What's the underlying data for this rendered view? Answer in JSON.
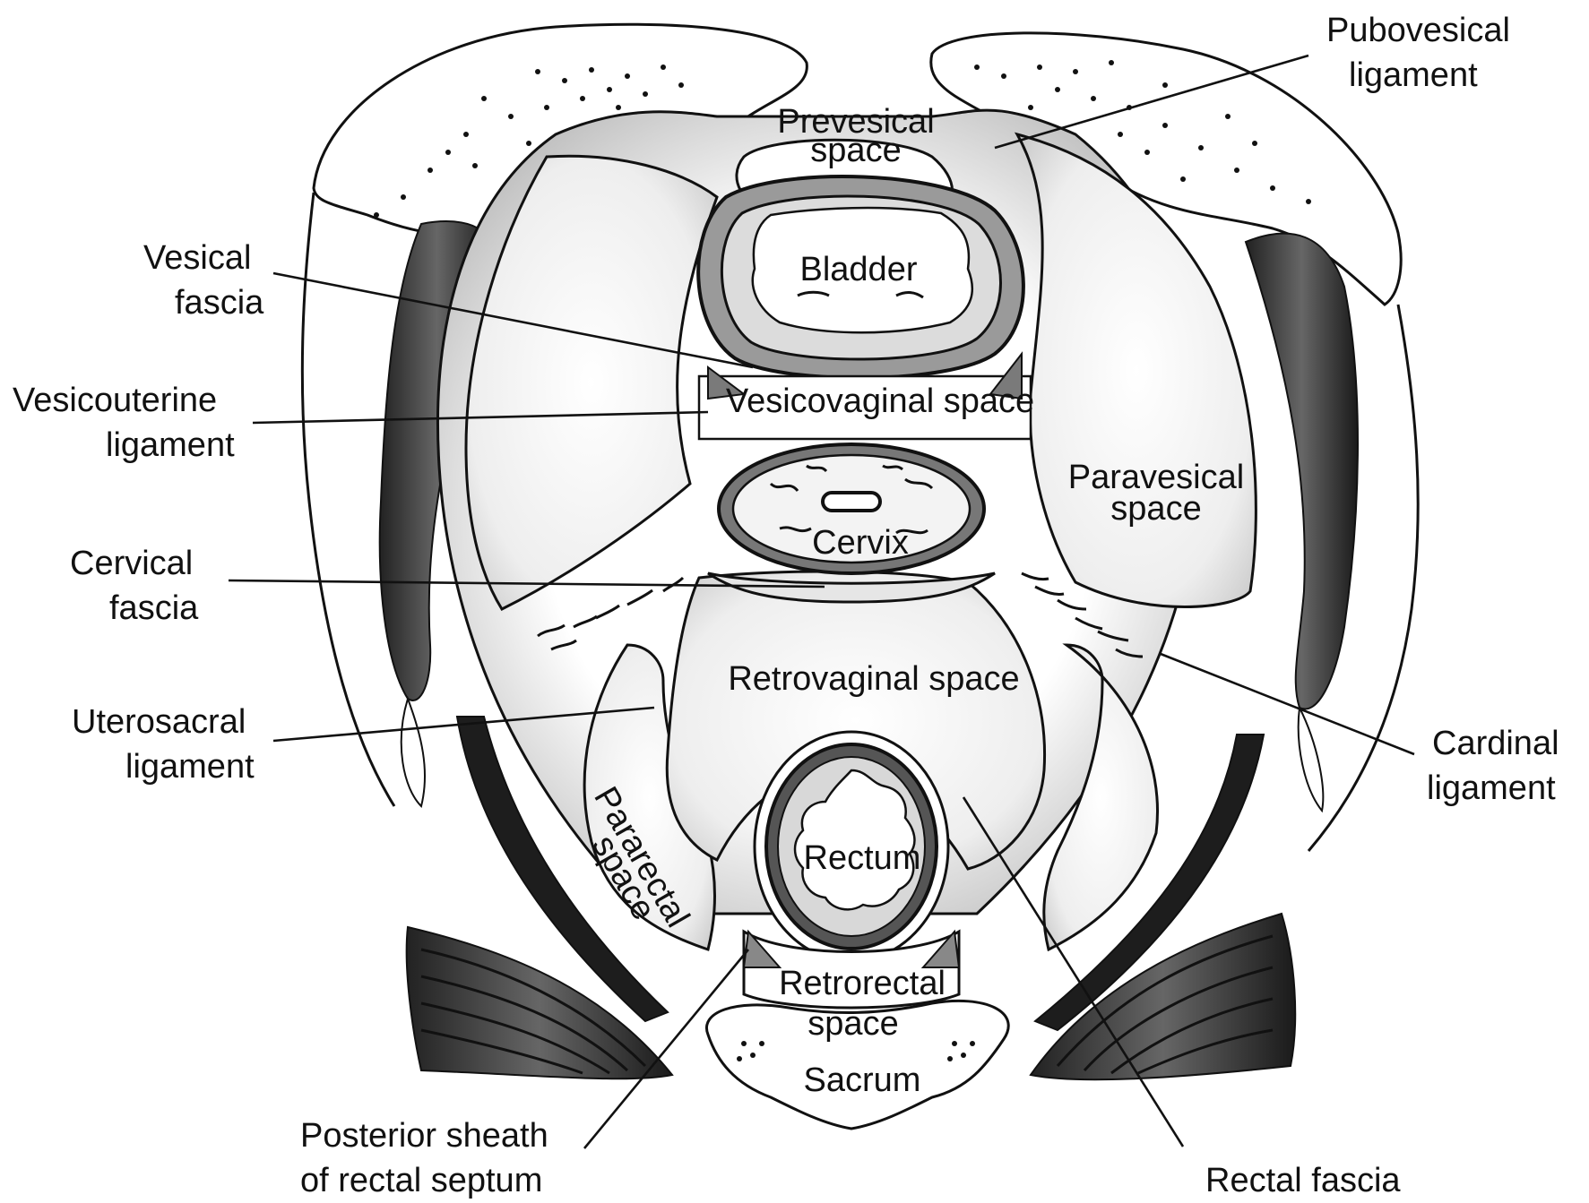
{
  "diagram": {
    "labels": {
      "pubovesical_ligament": [
        "Pubovesical",
        "ligament"
      ],
      "prevesical_space": [
        "Prevesical",
        "space"
      ],
      "vesical_fascia": [
        "Vesical",
        "fascia"
      ],
      "bladder": "Bladder",
      "vesicouterine_ligament": [
        "Vesicouterine",
        "ligament"
      ],
      "vesicovaginal_space": "Vesicovaginal space",
      "paravesical_space": [
        "Paravesical",
        "space"
      ],
      "cervix": "Cervix",
      "cervical_fascia": [
        "Cervical",
        "fascia"
      ],
      "retrovaginal_space": "Retrovaginal space",
      "uterosacral_ligament": [
        "Uterosacral",
        "ligament"
      ],
      "cardinal_ligament": [
        "Cardinal",
        "ligament"
      ],
      "pararectal_space": [
        "Pararectal",
        "space"
      ],
      "rectum": "Rectum",
      "retrorectal_space": [
        "Retrorectal",
        "space"
      ],
      "sacrum": "Sacrum",
      "posterior_sheath": [
        "Posterior sheath",
        "of rectal septum"
      ],
      "rectal_fascia": "Rectal fascia"
    }
  }
}
